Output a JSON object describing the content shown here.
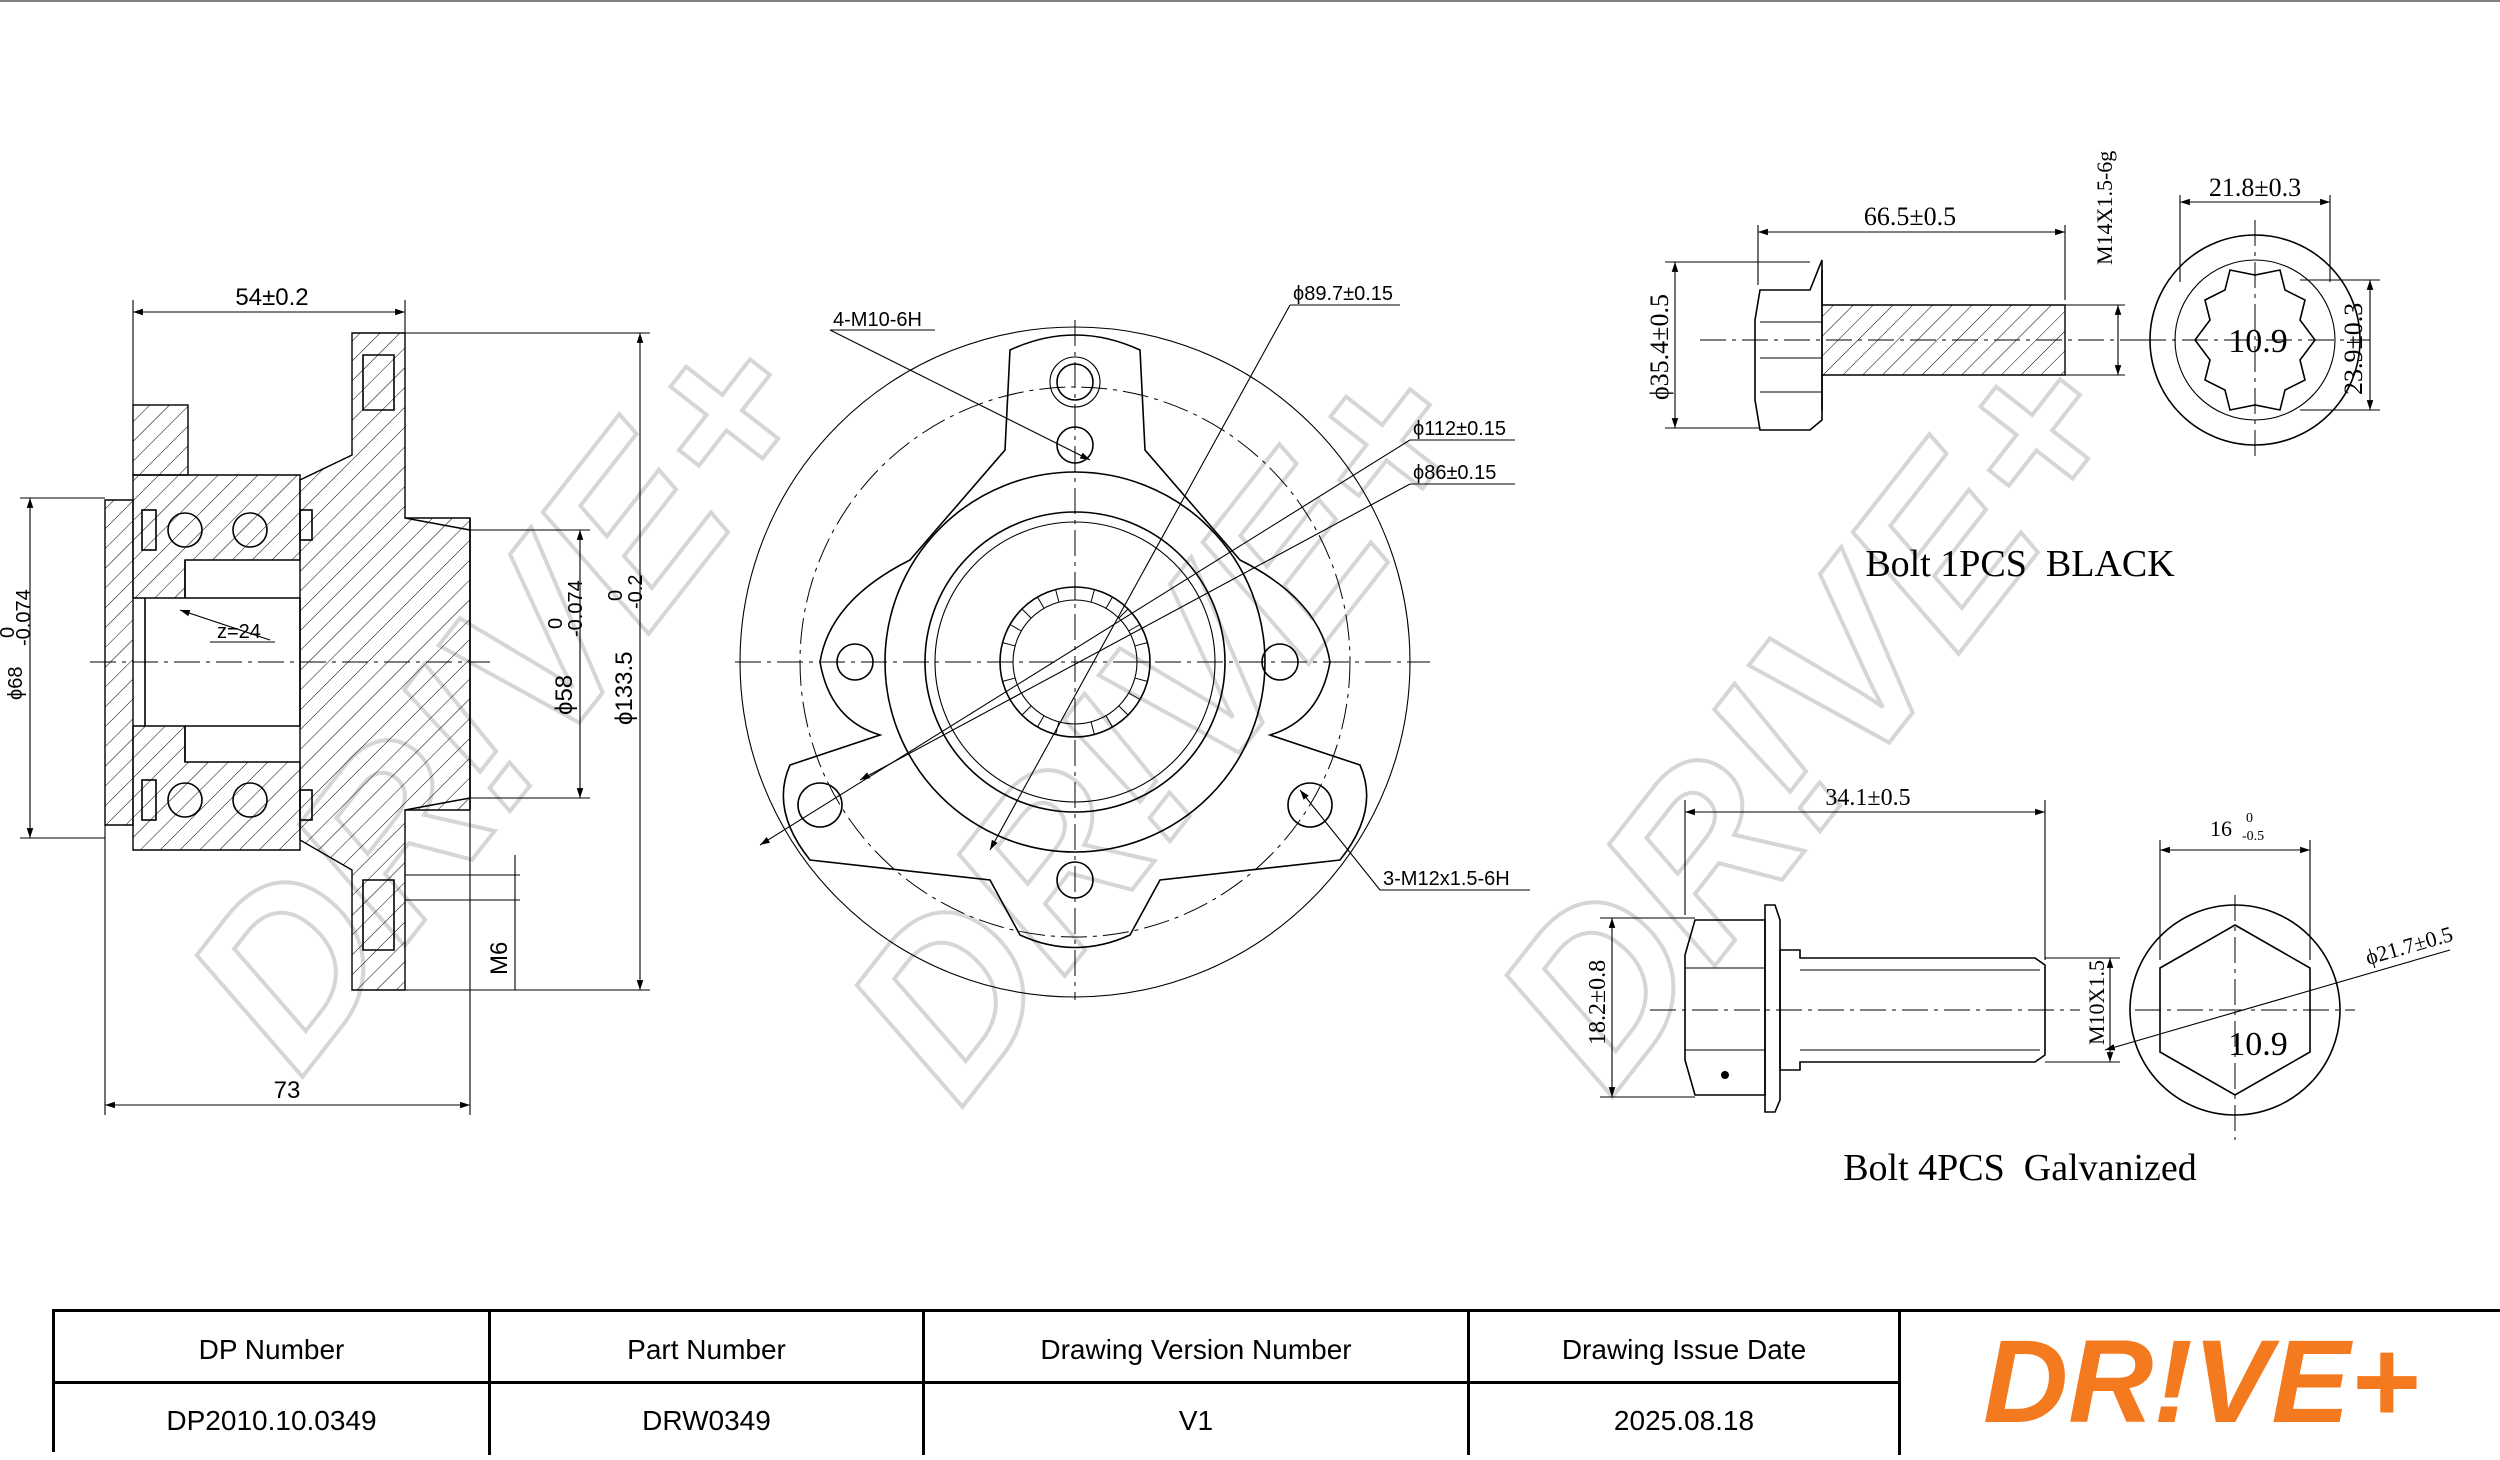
{
  "hub_side_view": {
    "width_dim": "54±0.2",
    "length_dim": "73",
    "bore_dim": "ϕ68",
    "bore_tol_upper": "0",
    "bore_tol_lower": "-0.074",
    "pilot_dim": "ϕ58",
    "pilot_tol_upper": "0",
    "pilot_tol_lower": "-0.074",
    "flange_dim": "ϕ133.5",
    "flange_tol_upper": "0",
    "flange_tol_lower": "-0.2",
    "spline_label": "z=24",
    "thread_label": "M6"
  },
  "hub_front_view": {
    "threaded_holes_4": "4-M10-6H",
    "threaded_holes_3": "3-M12x1.5-6H",
    "dia_1": "ϕ89.7±0.15",
    "dia_2": "ϕ112±0.15",
    "dia_3": "ϕ86±0.15"
  },
  "bolt_black": {
    "length_dim": "66.5±0.5",
    "thread_dim": "M14X1.5-6g",
    "flange_dim": "ϕ35.4±0.5",
    "across_flats": "21.8±0.3",
    "across_points": "23.9±0.3",
    "grade": "10.9",
    "caption": "Bolt 1PCS  BLACK"
  },
  "bolt_galvanized": {
    "length_dim": "34.1±0.5",
    "head_dim": "18.2±0.8",
    "thread_dim": "M10X1.5",
    "across_flats": "16",
    "af_tol_upper": "0",
    "af_tol_lower": "-0.5",
    "flange_dim": "ϕ21.7±0.5",
    "grade": "10.9",
    "caption": "Bolt 4PCS  Galvanized"
  },
  "watermark": "DR!VE+",
  "title_block": {
    "headers": [
      "DP Number",
      "Part Number",
      "Drawing Version Number",
      "Drawing Issue Date"
    ],
    "values": [
      "DP2010.10.0349",
      "DRW0349",
      "V1",
      "2025.08.18"
    ],
    "logo_text": "DR!VE+",
    "logo_color": "#f47a20"
  },
  "colors": {
    "line": "#000000",
    "watermark": "#d9d9d9",
    "brand": "#f47a20"
  }
}
